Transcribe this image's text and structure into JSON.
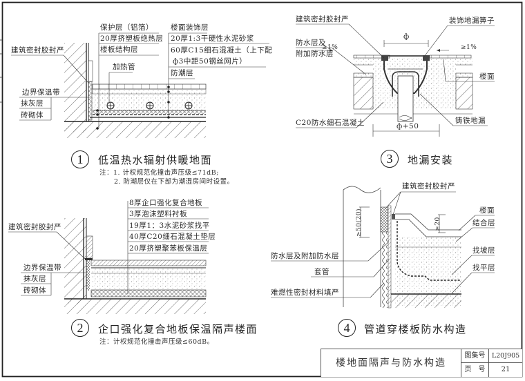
{
  "sheet": {
    "title_block": {
      "drawing_title": "楼地面隔声与防水构造",
      "atlas_label": "图集号",
      "atlas_number": "L20J905",
      "page_label": "页　号",
      "page_number": "21"
    }
  },
  "detail1": {
    "number": "1",
    "title": "低温热水辐射供暖地面",
    "notes": [
      "注：1. 计权规范化撞击声压级≤71dB;",
      "2. 防潮层仅在下部为潮湿房间时设置。"
    ],
    "labels_left": [
      "建筑密封胶封严",
      "边界保温带",
      "抹灰层",
      "砖砌体"
    ],
    "labels_mid": [
      "保护层（铝箔）",
      "20厚挤塑板绝热层",
      "楼板结构层"
    ],
    "heating_pipe": "加热管",
    "labels_right": [
      "楼面装饰层",
      "20厚1:3干硬性水泥砂浆",
      "60厚C15细石混凝土（上下配",
      "ф3中距50钢丝网片）",
      "防潮层"
    ]
  },
  "detail2": {
    "number": "2",
    "title": "企口强化复合地板保温隔声楼面",
    "note": "注：计权规范化撞击声压级≤60dB。",
    "labels_left": [
      "建筑密封胶封严",
      "边界保温带",
      "抹灰层",
      "砖砌体"
    ],
    "labels_layers": [
      "8厚企口强化复合地板",
      "3厚泡沫塑料衬板",
      "19厚1：3水泥砂浆找平",
      "40厚C20细石混凝土垫层",
      "20厚挤塑聚苯板保温层"
    ]
  },
  "detail3": {
    "number": "3",
    "title": "地漏安装",
    "labels": {
      "sealant": "建筑密封胶封严",
      "grate": "装饰地漏箅子",
      "waterproof1": "防水层及",
      "waterproof2": "附加防水层",
      "floor": "楼面",
      "concrete": "C20防水细石混凝土",
      "drain": "铸铁地漏",
      "slope_left": "≥1%",
      "slope_right": "≥1%",
      "dim_top": "ф",
      "dim_bottom": "ф+50"
    }
  },
  "detail4": {
    "number": "4",
    "title": "管道穿楼板防水构造",
    "labels": {
      "sealant": "建筑密封胶封严",
      "waterproof": "防水层及附加防水层",
      "sleeve": "套管",
      "fill": "难燃性密封材料填严",
      "floor": "楼面",
      "bonding": "结合层",
      "slope": "找坡层",
      "leveling": "找平层",
      "dim_pipe": "≥50(20)",
      "dim_step": "≥20"
    }
  }
}
